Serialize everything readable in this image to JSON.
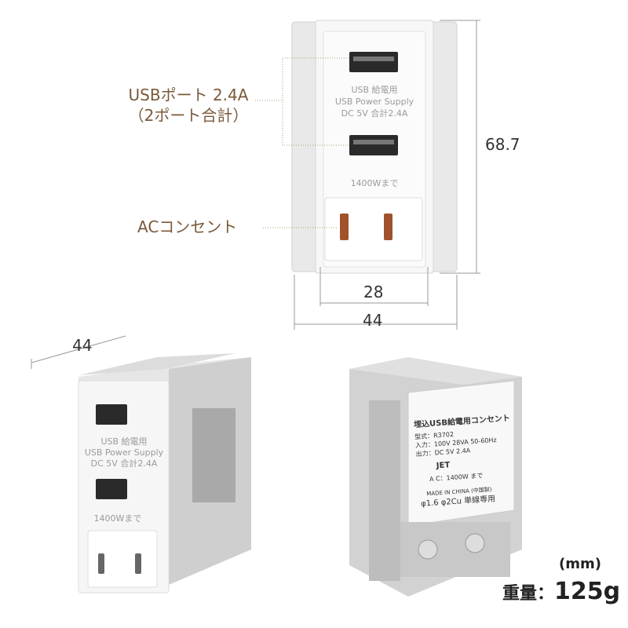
{
  "callouts": {
    "usb_port_line1": "USBポート 2.4A",
    "usb_port_line2": "（2ポート合計）",
    "ac_outlet": "ACコンセント"
  },
  "dimensions": {
    "height": "68.7",
    "outlet_width": "28",
    "width": "44",
    "depth": "44",
    "unit": "(mm)"
  },
  "front_label": {
    "line1": "USB 給電用",
    "line2": "USB Power Supply",
    "line3": "DC 5V 合計2.4A",
    "rating": "1400Wまで"
  },
  "back_label": {
    "title": "埋込USB給電用コンセント",
    "model": "型式：R3702",
    "input": "入力：100V 28VA 50-60Hz",
    "output": "出力：DC 5V 2.4A",
    "jet": "JET",
    "ac": "A C：1400W まで",
    "made_in": "MADE IN CHINA (中国製)",
    "wire": "φ1.6 φ2Cu 単線専用"
  },
  "weight": {
    "label": "重量：",
    "value": "125g"
  },
  "colors": {
    "callout": "#7a5a3a",
    "body": "#f4f4f4",
    "frame": "#d9d9d9"
  }
}
